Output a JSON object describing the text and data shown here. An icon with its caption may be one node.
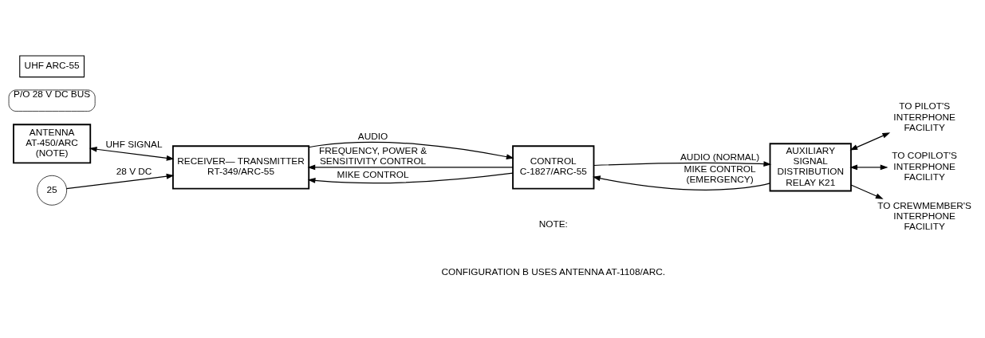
{
  "diagram": {
    "nodes": [
      {
        "text": [
          "ANTENNA AT-450/ARC (NOTE)"
        ]
      },
      {
        "text": [
          "RECEIVER— TRANSMITTER RT-349/ARC-55"
        ]
      },
      {
        "text": [
          "CONTROL C-1827/ARC-55"
        ]
      },
      {
        "text": [
          "AUXILIARY SIGNAL DISTRIBUTION RELAY K21"
        ]
      },
      {
        "text": [
          "TO PILOT'S INTERPHONE FACILITY"
        ]
      },
      {
        "text": [
          "TO COPILOT'S INTERPHONE FACILITY"
        ]
      },
      {
        "text": [
          "TO CREWMEMBER'S INTERPHONE FACILITY"
        ]
      },
      {
        "text": [
          "P/O 28 V DC BUS"
        ]
      },
      {
        "text": [
          "25"
        ]
      },
      {
        "text": [
          "UHF ARC-55"
        ]
      }
    ],
    "edges": [
      {
        "from": 0,
        "to": 1,
        "arrow": "both",
        "label": "UHF SIGNAL"
      },
      {
        "from": 2,
        "to": 1,
        "arrow": "to",
        "label": "FREQUENCY, POWER & SENSITIVITY CONTROL"
      },
      {
        "from": 1,
        "to": 2,
        "arrow": "to",
        "label": "AUDIO"
      },
      {
        "from": 2,
        "to": 1,
        "arrow": "to",
        "label": "MIKE CONTROL"
      },
      {
        "from": 3,
        "to": 2,
        "arrow": "to",
        "label": "MIKE CONTROL (EMERGENCY)"
      },
      {
        "from": 2,
        "to": 3,
        "arrow": "to",
        "label": "AUDIO (NORMAL)"
      },
      {
        "from": 3,
        "to": 4,
        "arrow": "both"
      },
      {
        "from": 3,
        "to": 5,
        "arrow": "both"
      },
      {
        "from": 3,
        "to": 6,
        "arrow": "to"
      },
      {
        "from": 8,
        "to": 1,
        "arrow": "to",
        "label": "28 V DC"
      }
    ],
    "labels": [
      "NOTE:",
      "CONFIGURATION B USES ANTENNA AT-1108/ARC."
    ]
  }
}
